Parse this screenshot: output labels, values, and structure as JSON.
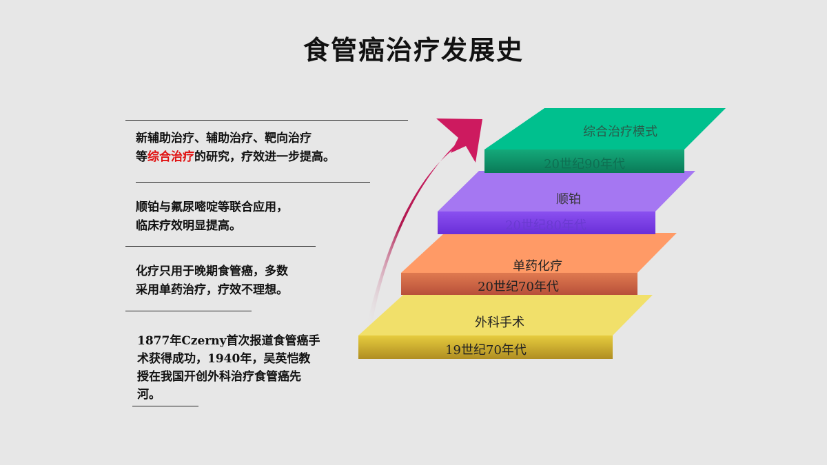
{
  "title": "食管癌治疗发展史",
  "descriptions": [
    {
      "lines": [
        "新辅助治疗、辅助治疗、靶向治疗"
      ],
      "line2_pre": "等",
      "line2_highlight": "综合治疗",
      "line2_post": "的研究，疗效进一步提高。"
    },
    {
      "lines": [
        "顺铂与氟尿嘧啶等联合应用，",
        "临床疗效明显提高。"
      ]
    },
    {
      "lines": [
        "化疗只用于晚期食管癌，多数",
        "采用单药治疗，疗效不理想。"
      ]
    },
    {
      "lines": [
        "1877年Czerny首次报道食管癌手",
        "术获得成功，1940年，吴英恺教",
        "授在我国开创外科治疗食管癌先",
        "河。"
      ]
    }
  ],
  "steps": [
    {
      "top_label": "综合治疗模式",
      "era": "20世纪90年代",
      "top_color": "#00c08e",
      "front_color": "#0a8a64"
    },
    {
      "top_label": "顺铂",
      "era": "20世纪80年代",
      "top_color": "#a577f2",
      "front_color": "#7b3fe0"
    },
    {
      "top_label": "单药化疗",
      "era": "20世纪70年代",
      "top_color": "#ff9a66",
      "front_color": "#d2603c"
    },
    {
      "top_label": "外科手术",
      "era": "19世纪70年代",
      "top_color": "#f1e06a",
      "front_color": "#c9a82c"
    }
  ],
  "colors": {
    "arrow": "#c8185e",
    "highlight": "#e01010"
  }
}
